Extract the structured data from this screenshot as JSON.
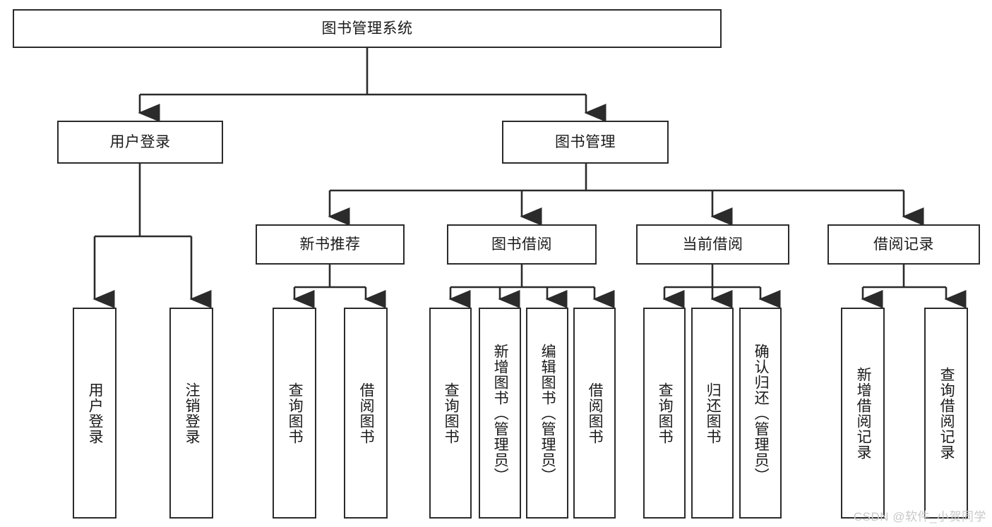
{
  "diagram": {
    "title": "图书管理系统",
    "type": "hierarchy-tree",
    "stroke_color": "#2b2b2b",
    "fill_color": "#ffffff",
    "text_color": "#1a1a1a"
  },
  "nodes": {
    "root": {
      "label": "图书管理系统"
    },
    "level2": [
      {
        "id": "user-login",
        "label": "用户登录"
      },
      {
        "id": "book-manage",
        "label": "图书管理"
      }
    ],
    "level3": [
      {
        "id": "new-book-rec",
        "label": "新书推荐"
      },
      {
        "id": "book-borrow",
        "label": "图书借阅"
      },
      {
        "id": "current-borrow",
        "label": "当前借阅"
      },
      {
        "id": "borrow-record",
        "label": "借阅记录"
      }
    ],
    "leaves": {
      "user_login": [
        {
          "id": "leaf-user-login",
          "label": "用户登录"
        },
        {
          "id": "leaf-logout-login",
          "label": "注销登录"
        }
      ],
      "new_book_rec": [
        {
          "id": "leaf-query-book-1",
          "label": "查询图书"
        },
        {
          "id": "leaf-borrow-book-1",
          "label": "借阅图书"
        }
      ],
      "book_borrow": [
        {
          "id": "leaf-query-book-2",
          "label": "查询图书"
        },
        {
          "id": "leaf-add-book",
          "label": "新增图书（管理员）"
        },
        {
          "id": "leaf-edit-book",
          "label": "编辑图书（管理员）"
        },
        {
          "id": "leaf-borrow-book-2",
          "label": "借阅图书"
        }
      ],
      "current_borrow": [
        {
          "id": "leaf-query-book-3",
          "label": "查询图书"
        },
        {
          "id": "leaf-return-book",
          "label": "归还图书"
        },
        {
          "id": "leaf-confirm-return",
          "label": "确认归还（管理员）"
        }
      ],
      "borrow_record": [
        {
          "id": "leaf-add-record",
          "label": "新增借阅记录"
        },
        {
          "id": "leaf-query-record",
          "label": "查询借阅记录"
        }
      ]
    }
  },
  "watermark": {
    "text": "CSDN @软件_小贺同学"
  }
}
